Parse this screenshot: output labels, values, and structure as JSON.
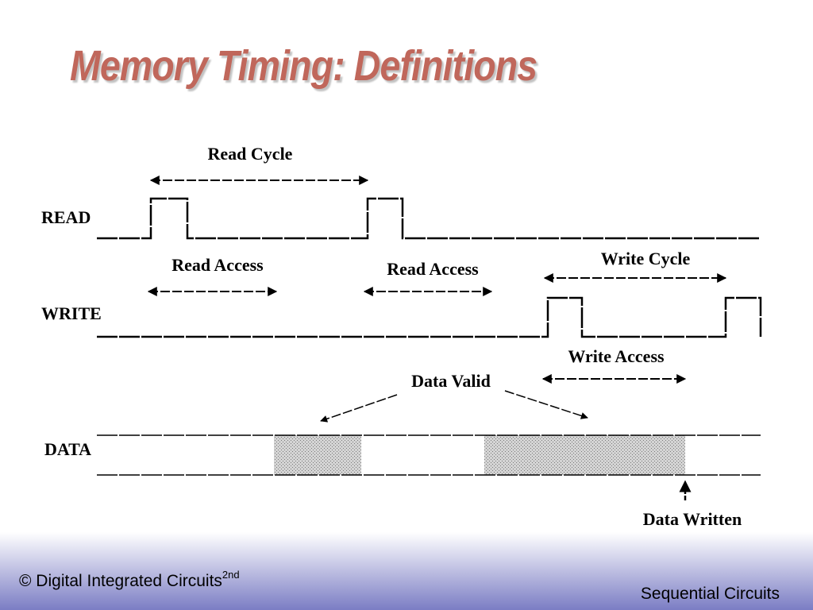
{
  "slide": {
    "title": "Memory Timing: Definitions",
    "title_color": "#c0675b",
    "footer_band_colors": [
      "#ffffff",
      "#7b7dc4"
    ]
  },
  "diagram": {
    "signals": {
      "read": "READ",
      "write": "WRITE",
      "data": "DATA"
    },
    "annotations": [
      "Read Cycle",
      "Read Access",
      "Read Access",
      "Write Cycle",
      "Write Access",
      "Data Valid",
      "Data Written"
    ]
  },
  "footer": {
    "copyright": "© Digital Integrated Circuits",
    "edition": "2nd",
    "section": "Sequential Circuits"
  }
}
